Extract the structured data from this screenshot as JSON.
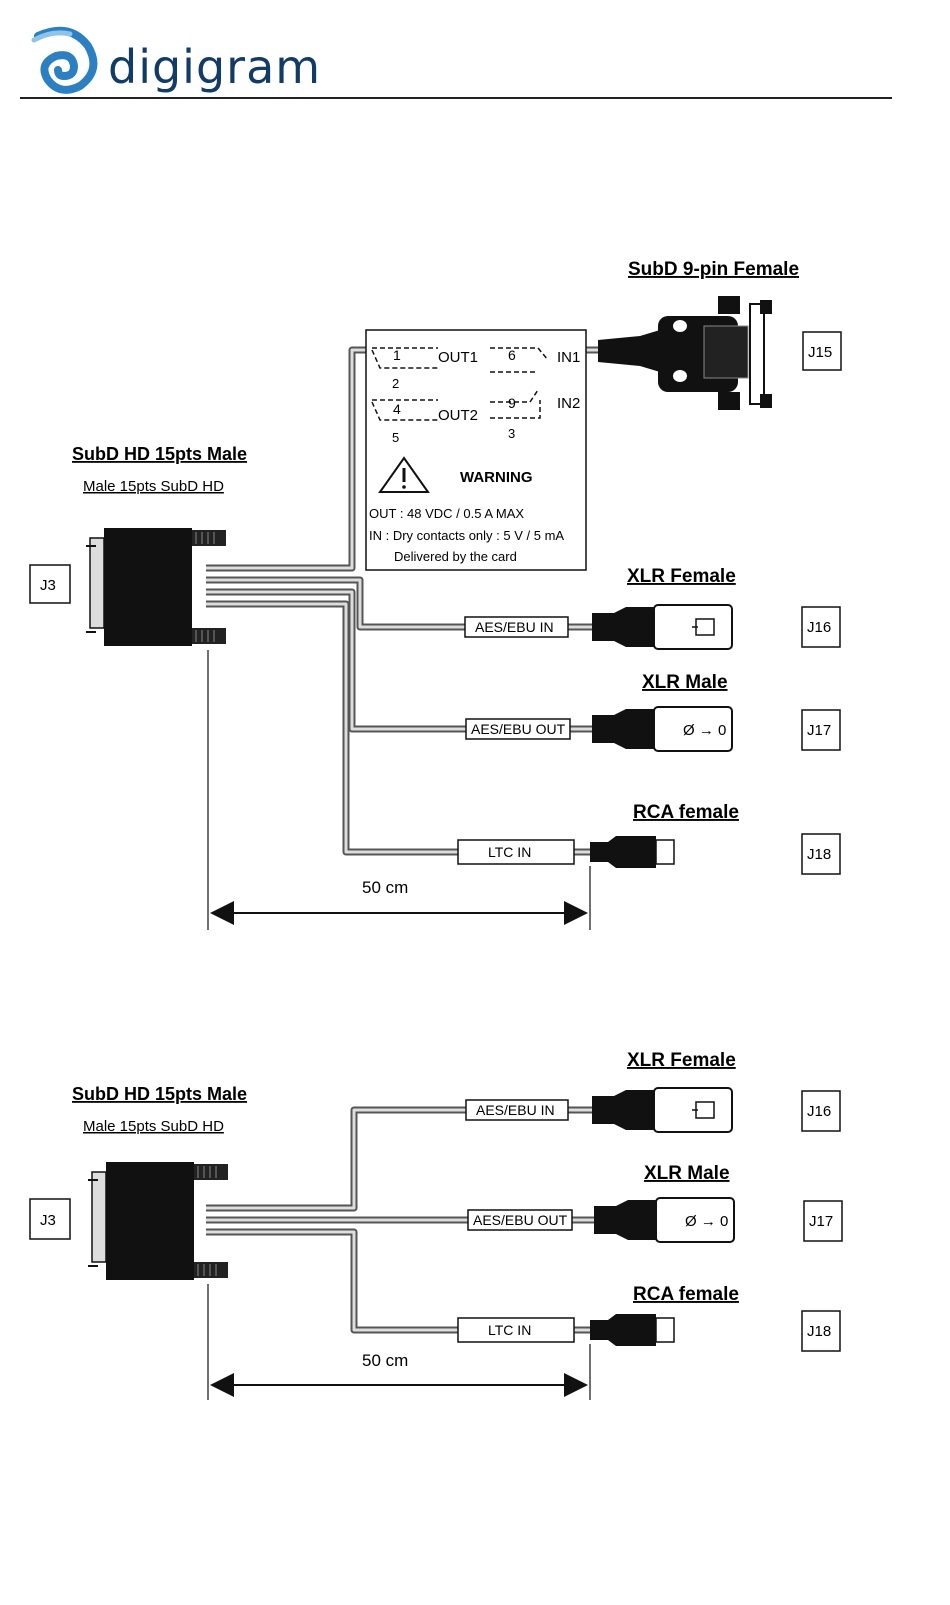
{
  "header": {
    "logo_text": "digigram"
  },
  "diagram1": {
    "subd9_title": "SubD 9-pin Female",
    "subdhd_title": "SubD HD 15pts Male",
    "subdhd_subtitle": "Male 15pts SubD HD",
    "xlr_female_title": "XLR Female",
    "xlr_male_title": "XLR Male",
    "rca_title": "RCA female",
    "j3": "J3",
    "j15": "J15",
    "j16": "J16",
    "j17": "J17",
    "j18": "J18",
    "aes_in": "AES/EBU IN",
    "aes_out": "AES/EBU OUT",
    "ltc_in": "LTC IN",
    "length": "50 cm",
    "box": {
      "out1": "OUT1",
      "out2": "OUT2",
      "in1": "IN1",
      "in2": "IN2",
      "pin1": "1",
      "pin2": "2",
      "pin4": "4",
      "pin5": "5",
      "pin6": "6",
      "pin9": "9",
      "pin3": "3",
      "warning": "WARNING",
      "line1": "OUT : 48 VDC / 0.5 A MAX",
      "line2": "IN : Dry contacts only : 5 V / 5 mA",
      "line3": "Delivered by the card"
    },
    "xlr_male_symbol": "Ø → 0"
  },
  "diagram2": {
    "subdhd_title": "SubD HD 15pts Male",
    "subdhd_subtitle": "Male 15pts SubD HD",
    "xlr_female_title": "XLR Female",
    "xlr_male_title": "XLR Male",
    "rca_title": "RCA female",
    "j3": "J3",
    "j16": "J16",
    "j17": "J17",
    "j18": "J18",
    "aes_in": "AES/EBU IN",
    "aes_out": "AES/EBU OUT",
    "ltc_in": "LTC IN",
    "length": "50 cm",
    "xlr_male_symbol": "Ø → 0"
  },
  "colors": {
    "logo": "#123b66",
    "logo_accent": "#2c7fc0",
    "line": "#111111",
    "cable": "#555555"
  }
}
